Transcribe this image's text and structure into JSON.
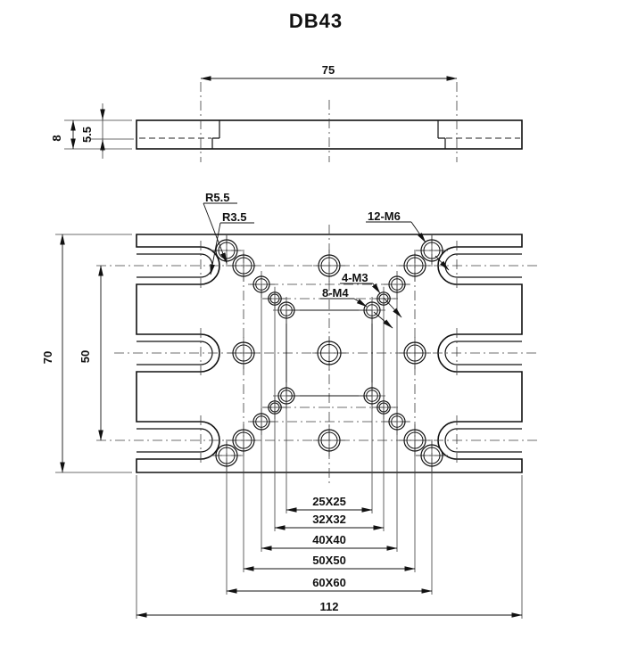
{
  "title": "DB43",
  "colors": {
    "ink": "#111111",
    "thin_line": "#3c3c3c",
    "background": "#ffffff"
  },
  "side_view": {
    "slot_centers_span": "75",
    "plate_thickness": "8",
    "counterbore_depth": "5.5"
  },
  "top_view": {
    "slot_outer_radius_label": "R5.5",
    "slot_inner_radius_label": "R3.5",
    "m6_holes_label": "12-M6",
    "m3_holes_label": "4-M3",
    "m4_holes_label": "8-M4",
    "plate_height": "70",
    "slot_rows_span": "50",
    "plate_width": "112",
    "square_dims": [
      "25X25",
      "32X32",
      "40X40",
      "50X50",
      "60X60"
    ]
  }
}
